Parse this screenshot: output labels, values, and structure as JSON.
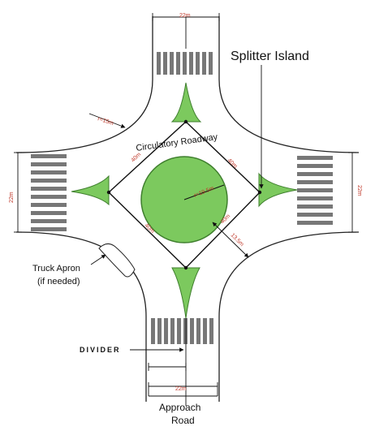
{
  "labels": {
    "splitter_island": "Splitter Island",
    "circulatory_roadway": "Circulatory Roadway",
    "truck_apron_line1": "Truck Apron",
    "truck_apron_line2": "(if needed)",
    "divider": "DIVIDER",
    "approach_road_line1": "Approach",
    "approach_road_line2": "Road"
  },
  "dimensions": {
    "width_top": "22m",
    "width_left": "22m",
    "width_right": "22m",
    "width_bottom": "22m",
    "corner_radius": "r=15m",
    "central_radius": "r=19.5m",
    "offset": "13.5m",
    "side_ul": "40m",
    "side_ur": "40m",
    "side_ll": "40m",
    "side_lr": "40m"
  },
  "colors": {
    "island_green": "#7cc95e",
    "island_stroke": "#3f7f2e",
    "dimension_red": "#c0392b"
  }
}
